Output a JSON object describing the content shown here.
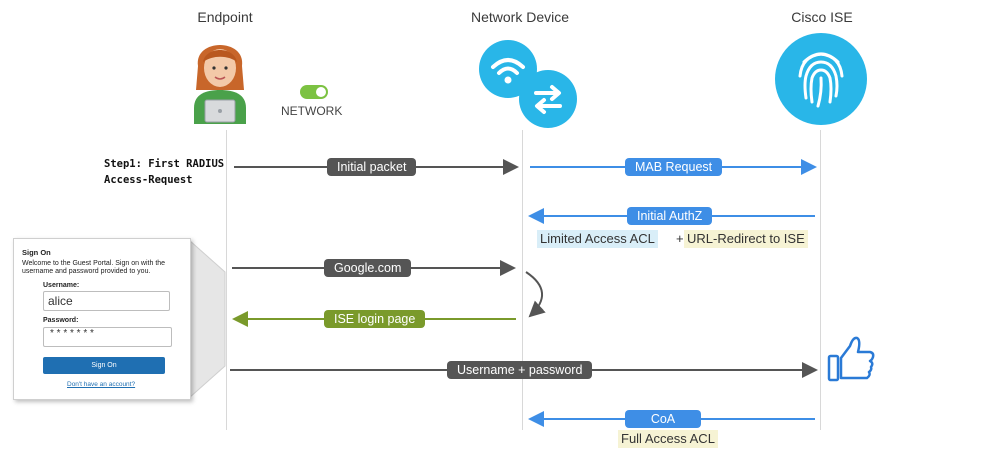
{
  "columns": {
    "endpoint": "Endpoint",
    "network_device": "Network Device",
    "cisco_ise": "Cisco ISE"
  },
  "network_label": "NETWORK",
  "step1_line1": "Step1: First RADIUS",
  "step1_line2": "Access-Request",
  "messages": {
    "initial_packet": "Initial packet",
    "mab_request": "MAB Request",
    "initial_authz": "Initial AuthZ",
    "limited_access_acl": "Limited Access ACL",
    "plus_sign": "+",
    "url_redirect": "URL-Redirect to ISE",
    "google": "Google.com",
    "ise_login_page": "ISE login page",
    "username_password": "Username + password",
    "coa": "CoA",
    "full_access_acl": "Full Access ACL"
  },
  "signon": {
    "title": "Sign On",
    "welcome_line1": "Welcome to the Guest Portal. Sign on with the",
    "welcome_line2": "username and password provided to you.",
    "username_label": "Username:",
    "username_value": "alice",
    "password_label": "Password:",
    "password_value": "* * * * * * *",
    "button": "Sign On",
    "link": "Don't have an account?"
  },
  "colors": {
    "dark_arrow": "#555555",
    "blue_arrow": "#3e8ee6",
    "olive_arrow": "#7a9a2b",
    "icon_blue": "#29b6e8",
    "limited_highlight": "#d9eef8",
    "redirect_highlight": "#f6f3d4",
    "full_access_highlight": "#f6f3d4"
  }
}
